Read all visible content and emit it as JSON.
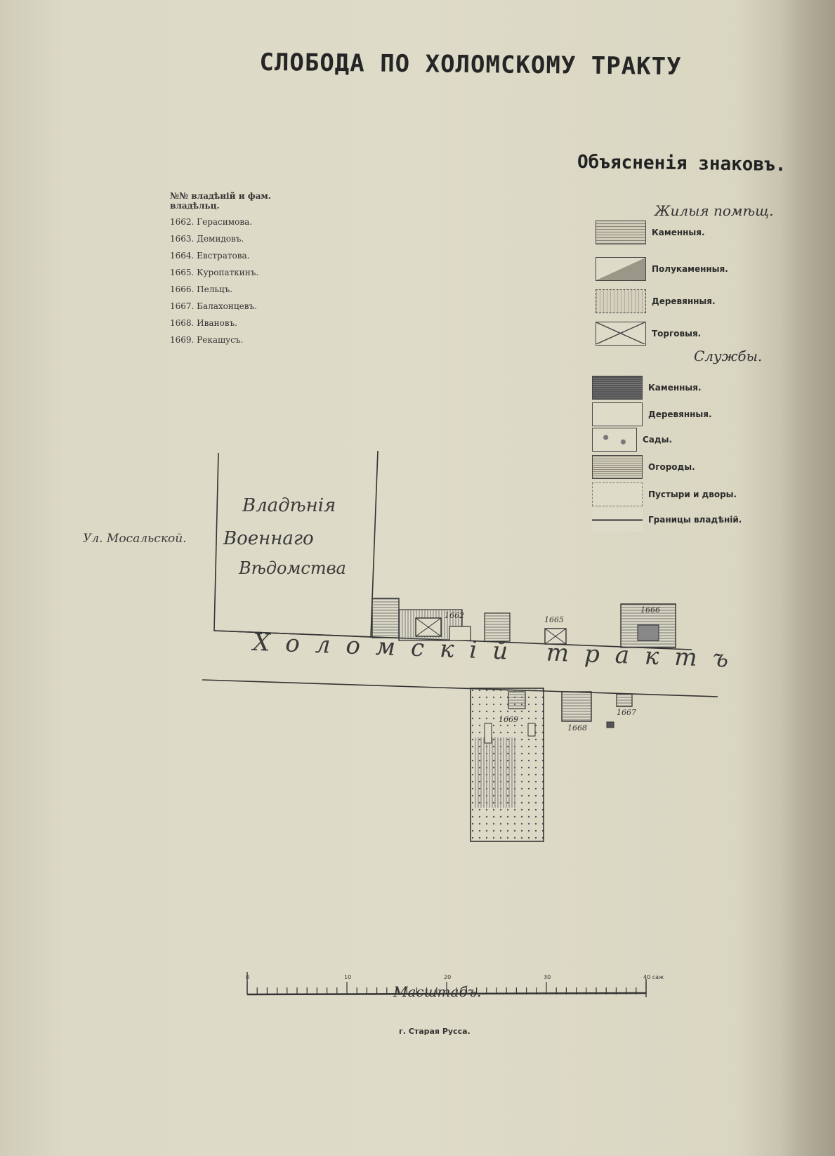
{
  "title": "СЛОБОДА ПО ХОЛОМСКОМУ ТРАКТУ",
  "owners": {
    "header": "№№ владѣній и фам. владѣльц.",
    "items": [
      "1662. Герасимова.",
      "1663. Демидовъ.",
      "1664. Евстратова.",
      "1665. Куропаткинъ.",
      "1666. Пельцъ.",
      "1667. Балахонцевъ.",
      "1668. Ивановъ.",
      "1669. Рекашусъ."
    ]
  },
  "legend": {
    "title": "Объясненія знаковъ.",
    "residential": {
      "heading": "Жилыя помѣщ.",
      "items": [
        {
          "label": "Каменныя.",
          "pattern": "brick"
        },
        {
          "label": "Полукаменныя.",
          "pattern": "half"
        },
        {
          "label": "Деревянныя.",
          "pattern": "wood"
        },
        {
          "label": "Торговыя.",
          "pattern": "trade"
        }
      ]
    },
    "services": {
      "heading": "Службы.",
      "items": [
        {
          "label": "Каменныя.",
          "pattern": "dark"
        },
        {
          "label": "Деревянныя.",
          "pattern": "blank"
        },
        {
          "label": "Сады.",
          "pattern": "garden"
        },
        {
          "label": "Огороды.",
          "pattern": "hatch"
        },
        {
          "label": "Пустыри и дворы.",
          "pattern": "dotted"
        },
        {
          "label": "Границы владѣній.",
          "pattern": "line"
        }
      ]
    }
  },
  "map": {
    "handwritten_military_1": "Владѣнія",
    "handwritten_military_2": "Военнаго",
    "handwritten_military_3": "Вѣдомства",
    "street_left": "Ул. Мосальской.",
    "road_name": "Холомскій трактъ",
    "lot_numbers_north": [
      "1662",
      "1665",
      "1666"
    ],
    "lot_numbers_south": [
      "1669",
      "1668",
      "1667"
    ]
  },
  "scale": {
    "title": "Масштабъ.",
    "ticks": [
      "0",
      "10",
      "20",
      "30",
      "40 саж"
    ]
  },
  "city": "г. Старая Русса."
}
